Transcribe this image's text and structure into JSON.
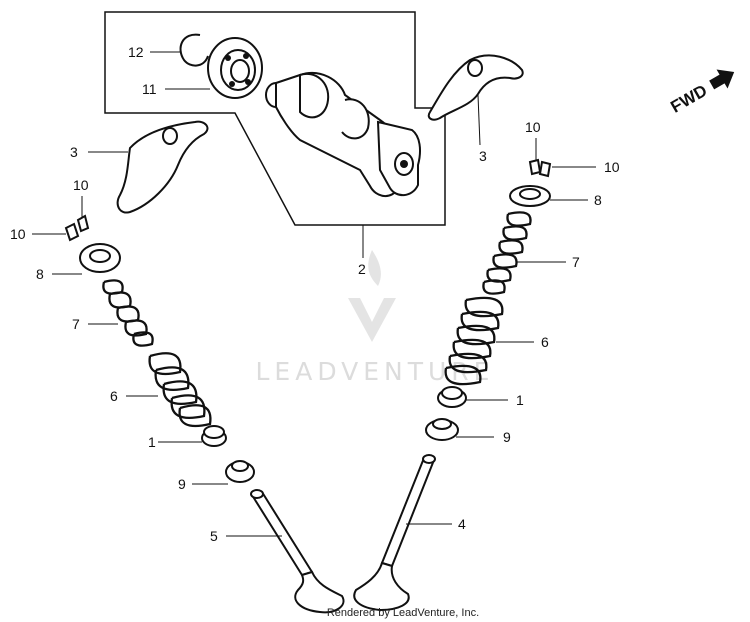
{
  "watermark": {
    "text": "LEADVENTURE"
  },
  "credit": {
    "text": "Rendered by LeadVenture, Inc."
  },
  "direction": {
    "label": "FWD"
  },
  "callouts": {
    "c12": "12",
    "c11": "11",
    "c2": "2",
    "c3_left": "3",
    "c3_right": "3",
    "c10_left_top": "10",
    "c10_left": "10",
    "c10_right_top": "10",
    "c10_right": "10",
    "c8_left": "8",
    "c8_right": "8",
    "c7_left": "7",
    "c7_right": "7",
    "c6_left": "6",
    "c6_right": "6",
    "c1_left": "1",
    "c1_right": "1",
    "c9_left": "9",
    "c9_right": "9",
    "c5": "5",
    "c4": "4"
  }
}
